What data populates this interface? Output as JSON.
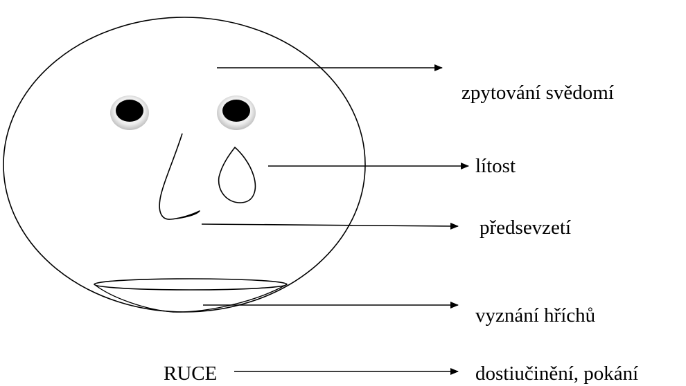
{
  "diagram": {
    "labels": {
      "zpytovani": "zpytování svědomí",
      "litost": "lítost",
      "predsevzeti": "předsevzetí",
      "vyznani": "vyznání hříchů",
      "dostiucineni": "dostiučinění, pokání",
      "ruce": "RUCE"
    },
    "colors": {
      "stroke": "#000000",
      "eye_pupil": "#000000",
      "eye_white": "#f2f2f2",
      "eye_shadow": "#bdbdbd",
      "background": "#ffffff"
    }
  }
}
